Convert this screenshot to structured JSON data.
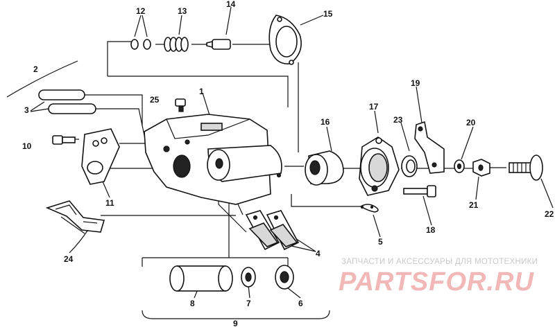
{
  "diagram": {
    "labels": [
      "1",
      "2",
      "3",
      "4",
      "5",
      "6",
      "7",
      "8",
      "9",
      "10",
      "11",
      "12",
      "13",
      "14",
      "15",
      "16",
      "17",
      "18",
      "19",
      "20",
      "21",
      "22",
      "23",
      "24",
      "25"
    ]
  },
  "watermark": {
    "subtitle": "ЗАПЧАСТИ И АКСЕССУАРЫ ДЛЯ МОТОТЕХНИКИ",
    "logo": "PARTSFOR.RU"
  },
  "colors": {
    "ink": "#111111",
    "watermark_logo": "#f2b8b8",
    "watermark_text": "#c9c9c9"
  }
}
